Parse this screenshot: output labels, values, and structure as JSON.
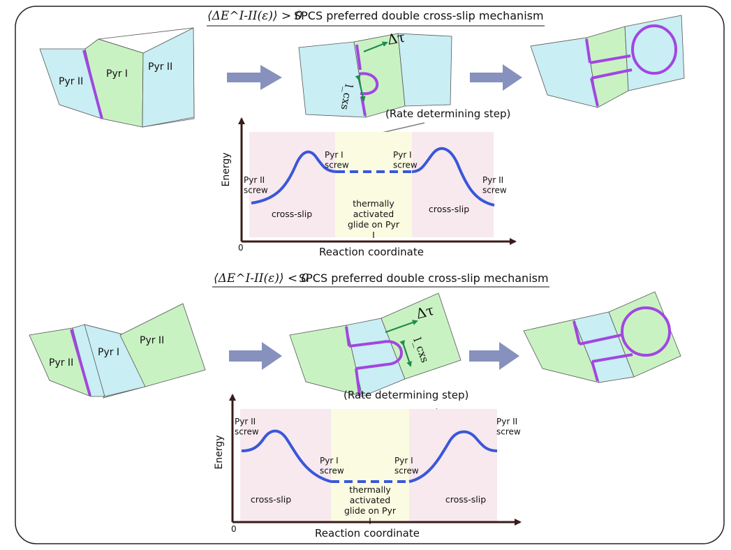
{
  "colors": {
    "pyr1": "#c9f2c3",
    "pyr2": "#c9eef4",
    "dislocation": "#a246e0",
    "curve": "#3a57d9",
    "arrow_block": "#8791bd",
    "green_arrow": "#1f8a4c",
    "pointer": "#808080",
    "region_crossslip": "#f7e9ee",
    "region_glide": "#fbfbe2",
    "frame": "#222222"
  },
  "top": {
    "heading_math": "⟨ΔE^I-II(ε)⟩ > 0",
    "heading_text": "SPCS preferred double cross-slip mechanism",
    "plane_labels": [
      "Pyr II",
      "Pyr I",
      "Pyr II"
    ],
    "delta_tau": "Δτ",
    "lcxs": "l_cxs",
    "annotation": "(Rate determining step)",
    "chart_labels": {
      "ylabel": "Energy",
      "xlabel": "Reaction coordinate",
      "origin": "0",
      "left_state": "Pyr II screw",
      "mid_left_state": "Pyr I screw",
      "mid_right_state": "Pyr I screw",
      "right_state": "Pyr II screw",
      "region_left": "cross-slip",
      "region_mid": "thermally activated glide on Pyr I",
      "region_right": "cross-slip"
    }
  },
  "bottom": {
    "heading_math": "⟨ΔE^I-II(ε)⟩ < 0",
    "heading_text": "SPCS preferred double cross-slip mechanism",
    "plane_labels": [
      "Pyr II",
      "Pyr I",
      "Pyr II"
    ],
    "delta_tau": "Δτ",
    "lcxs": "l_cxs",
    "annotation": "(Rate determining step)",
    "chart_labels": {
      "ylabel": "Energy",
      "xlabel": "Reaction coordinate",
      "origin": "0",
      "left_state": "Pyr II screw",
      "mid_left_state": "Pyr I screw",
      "mid_right_state": "Pyr I screw",
      "right_state": "Pyr II screw",
      "region_left": "cross-slip",
      "region_mid": "thermally activated glide on Pyr I",
      "region_right": "cross-slip"
    }
  }
}
